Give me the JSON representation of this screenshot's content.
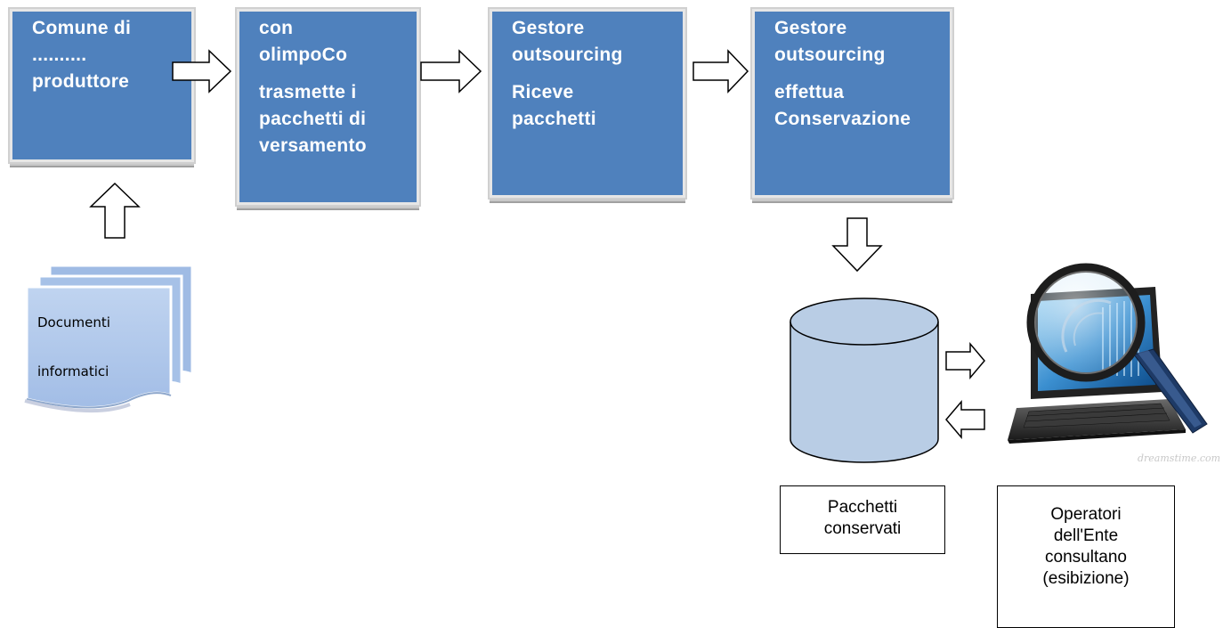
{
  "boxes": [
    {
      "lines": [
        "Comune di",
        "..........",
        "produttore"
      ]
    },
    {
      "line1": "con",
      "line2": "olimpoCo",
      "line3": "trasmette  i",
      "line4": "pacchetti di",
      "line5": "versamento"
    },
    {
      "line1": "Gestore",
      "line2": "outsourcing",
      "line3": "Riceve",
      "line4": "pacchetti"
    },
    {
      "line1": "Gestore",
      "line2": "outsourcing",
      "line3": "effettua",
      "line4": "Conservazione"
    }
  ],
  "documents": {
    "line1": "Documenti",
    "line2": "informatici"
  },
  "storage_label": {
    "line1": "Pacchetti",
    "line2": "conservati"
  },
  "operators_label": {
    "line1": "Operatori",
    "line2": "dell'Ente",
    "line3": "consultano",
    "line4": "(esibizione)"
  },
  "watermark": "dreamstime.com",
  "colors": {
    "box_fill": "#4f81bd",
    "cylinder_fill": "#b9cde5",
    "document_fill": "#a9c4e8"
  },
  "icons": [
    "magnifier-laptop-icon",
    "database-cylinder-icon",
    "documents-stack-icon"
  ]
}
